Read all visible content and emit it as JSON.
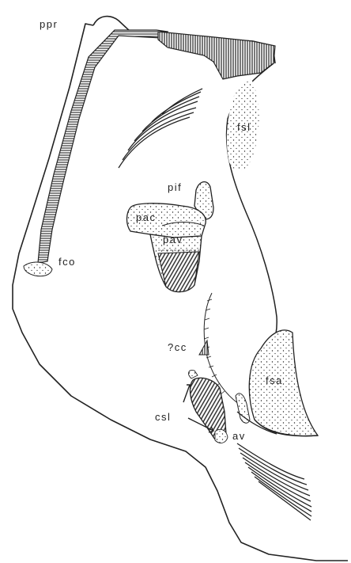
{
  "figure": {
    "labels": {
      "ppr": "ppr",
      "fsl": "fsl",
      "pif": "pif",
      "pac": "pac",
      "pav": "pav",
      "fco": "fco",
      "cc": "?cc",
      "fsa": "fsa",
      "csl": "csl",
      "av": "av"
    },
    "colors": {
      "ink": "#222222",
      "background": "#ffffff"
    }
  }
}
